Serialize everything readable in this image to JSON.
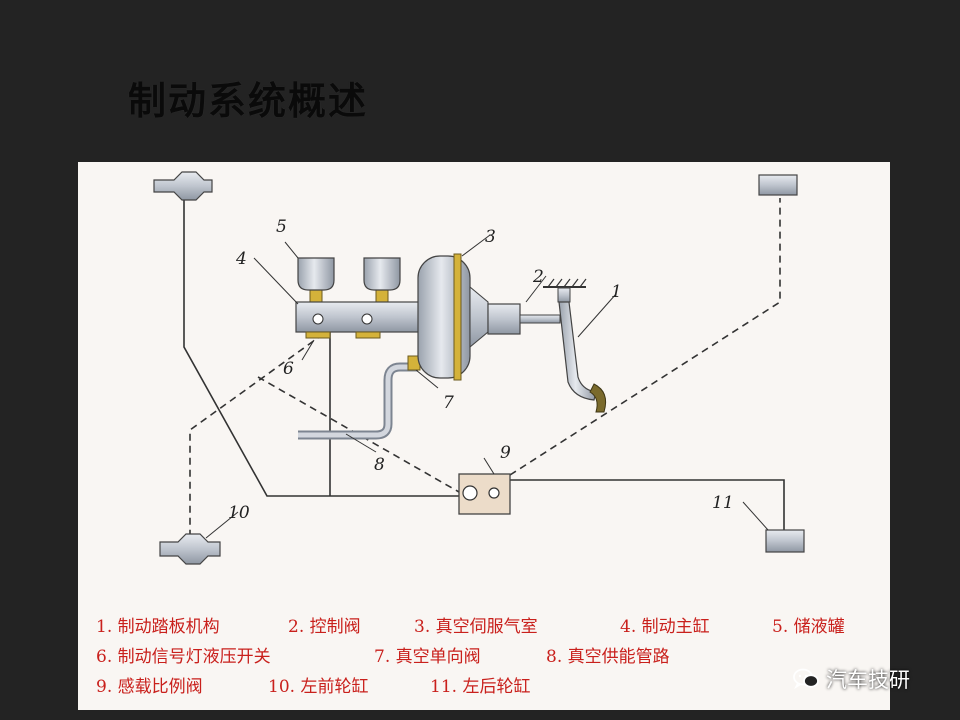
{
  "slide": {
    "title": "制动系统概述"
  },
  "diagram": {
    "callouts": [
      "1",
      "2",
      "3",
      "4",
      "5",
      "6",
      "7",
      "8",
      "9",
      "10",
      "11"
    ]
  },
  "legend": {
    "rows": [
      [
        "1. 制动踏板机构",
        "2. 控制阀",
        "3. 真空伺服气室",
        "4. 制动主缸",
        "5. 储液罐"
      ],
      [
        "6. 制动信号灯液压开关",
        "7. 真空单向阀",
        "8. 真空供能管路"
      ],
      [
        "9. 感载比例阀",
        "10. 左前轮缸",
        "11. 左后轮缸"
      ]
    ]
  },
  "watermark": {
    "text": "汽车技研",
    "icon": "wechat-icon"
  },
  "colors": {
    "background": "#232323",
    "panel": "#f9f6f3",
    "legend_text": "#c9201c",
    "parts_fill": "#c9ced6",
    "brass": "#d4b23a"
  }
}
